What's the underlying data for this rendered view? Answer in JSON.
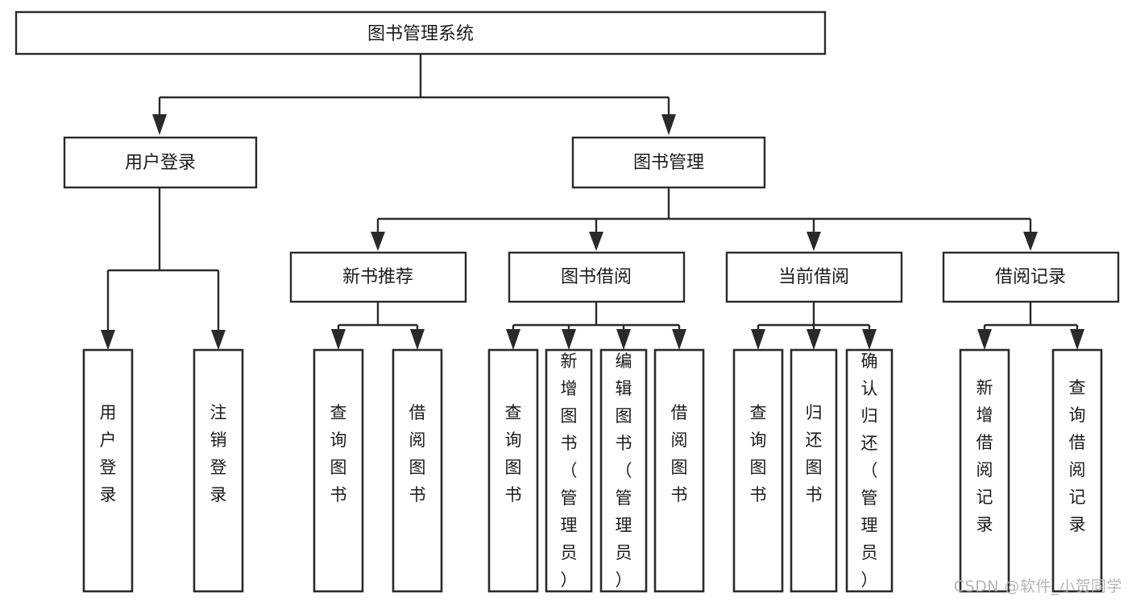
{
  "diagram": {
    "title": "图书管理系统",
    "type": "tree-hierarchy",
    "watermark": "CSDN @软件_小贺同学",
    "colors": {
      "background": "#ffffff",
      "stroke": "#2a2a2a",
      "text": "#1b1b1b",
      "watermark": "#b6b6b6"
    },
    "nodes": {
      "root": {
        "label": "图书管理系统",
        "level": 1
      },
      "user_login": {
        "label": "用户登录",
        "level": 2
      },
      "book_manage": {
        "label": "图书管理",
        "level": 2
      },
      "new_book_rec": {
        "label": "新书推荐",
        "level": 3
      },
      "book_borrow": {
        "label": "图书借阅",
        "level": 3
      },
      "current_borrow": {
        "label": "当前借阅",
        "level": 3
      },
      "borrow_record": {
        "label": "借阅记录",
        "level": 3
      },
      "leaf_user_login": {
        "label": "用户登录",
        "level": 4
      },
      "leaf_logout_login": {
        "label": "注销登录",
        "level": 4
      },
      "leaf_query_book_1": {
        "label": "查询图书",
        "level": 4
      },
      "leaf_borrow_book_1": {
        "label": "借阅图书",
        "level": 4
      },
      "leaf_query_book_2": {
        "label": "查询图书",
        "level": 4
      },
      "leaf_add_book": {
        "label": "新增图书（管理员）",
        "level": 4
      },
      "leaf_edit_book": {
        "label": "编辑图书（管理员）",
        "level": 4
      },
      "leaf_borrow_book_2": {
        "label": "借阅图书",
        "level": 4
      },
      "leaf_query_book_3": {
        "label": "查询图书",
        "level": 4
      },
      "leaf_return_book": {
        "label": "归还图书",
        "level": 4
      },
      "leaf_confirm_return": {
        "label": "确认归还（管理员）",
        "level": 4
      },
      "leaf_add_record": {
        "label": "新增借阅记录",
        "level": 4
      },
      "leaf_query_record": {
        "label": "查询借阅记录",
        "level": 4
      }
    },
    "edges": [
      {
        "from": "root",
        "to": "user_login"
      },
      {
        "from": "root",
        "to": "book_manage"
      },
      {
        "from": "book_manage",
        "to": "new_book_rec"
      },
      {
        "from": "book_manage",
        "to": "book_borrow"
      },
      {
        "from": "book_manage",
        "to": "current_borrow"
      },
      {
        "from": "book_manage",
        "to": "borrow_record"
      },
      {
        "from": "user_login",
        "to": "leaf_user_login"
      },
      {
        "from": "user_login",
        "to": "leaf_logout_login"
      },
      {
        "from": "new_book_rec",
        "to": "leaf_query_book_1"
      },
      {
        "from": "new_book_rec",
        "to": "leaf_borrow_book_1"
      },
      {
        "from": "book_borrow",
        "to": "leaf_query_book_2"
      },
      {
        "from": "book_borrow",
        "to": "leaf_add_book"
      },
      {
        "from": "book_borrow",
        "to": "leaf_edit_book"
      },
      {
        "from": "book_borrow",
        "to": "leaf_borrow_book_2"
      },
      {
        "from": "current_borrow",
        "to": "leaf_query_book_3"
      },
      {
        "from": "current_borrow",
        "to": "leaf_return_book"
      },
      {
        "from": "current_borrow",
        "to": "leaf_confirm_return"
      },
      {
        "from": "borrow_record",
        "to": "leaf_add_record"
      },
      {
        "from": "borrow_record",
        "to": "leaf_query_record"
      }
    ]
  }
}
